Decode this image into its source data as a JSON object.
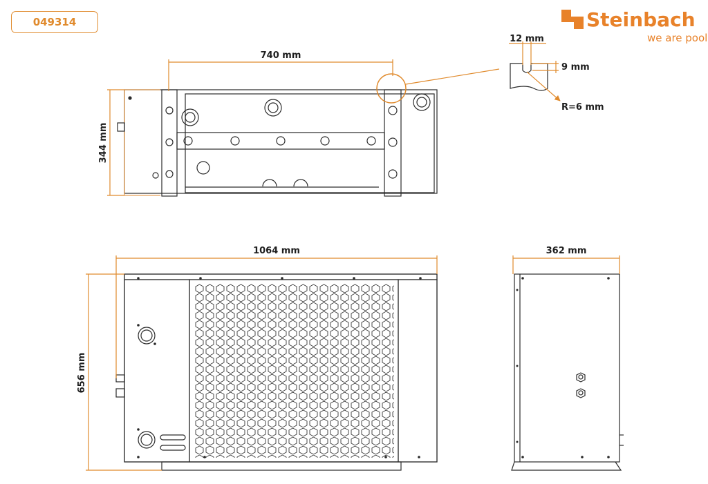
{
  "product_code": "049314",
  "brand": {
    "name": "Steinbach",
    "slogan": "we are pool",
    "logo_icon": "steinbach-logo-icon",
    "color": "#e8822a"
  },
  "colors": {
    "dimension_line": "#e08a2c",
    "outline": "#2a2a2a",
    "label": "#1e1e1e"
  },
  "dimensions": {
    "top_view_width": "740 mm",
    "top_view_height": "344 mm",
    "detail_slot_width": "12 mm",
    "detail_slot_depth": "9 mm",
    "detail_radius": "R=6 mm",
    "front_width": "1064 mm",
    "front_height": "656 mm",
    "side_depth": "362 mm"
  }
}
